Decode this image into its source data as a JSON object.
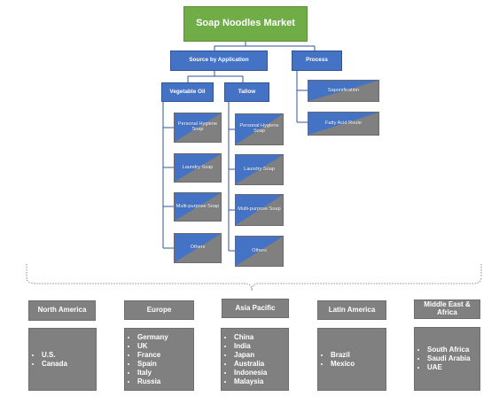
{
  "root": "Soap Noodles Market",
  "source_by_application": "Source by Application",
  "process": "Process",
  "vegetable_oil": "Vegetable Oil",
  "tallow": "Tallow",
  "saponification": "Saponification",
  "fatty_acid_route": "Fatty Acid Route",
  "veg_children": [
    "Personal Hygiene Soap",
    "Laundry Soap",
    "Multi-purpose Soap",
    "Others"
  ],
  "tallow_children": [
    "Personal Hygiene Soap",
    "Laundry Soap",
    "Multi-purpose Soap",
    "Others"
  ],
  "regions": [
    {
      "name": "North America",
      "countries": [
        "U.S.",
        "Canada"
      ]
    },
    {
      "name": "Europe",
      "countries": [
        "Germany",
        "UK",
        "France",
        "Spain",
        "Italy",
        "Russia"
      ]
    },
    {
      "name": "Asia Pacific",
      "countries": [
        "China",
        "India",
        "Japan",
        "Australia",
        "Indonesia",
        "Malaysia"
      ]
    },
    {
      "name": "Latin America",
      "countries": [
        "Brazil",
        "Mexico"
      ]
    },
    {
      "name": "Middle East & Africa",
      "countries": [
        "South Africa",
        "Saudi Arabia",
        "UAE"
      ]
    }
  ]
}
